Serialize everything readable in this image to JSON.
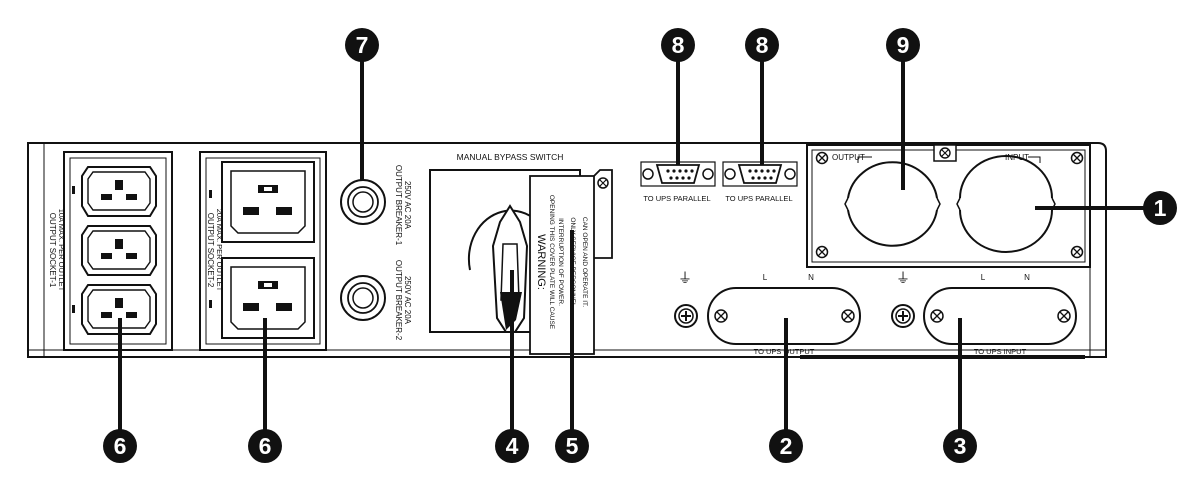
{
  "callouts": [
    {
      "id": "c1",
      "number": "1"
    },
    {
      "id": "c2",
      "number": "2"
    },
    {
      "id": "c3",
      "number": "3"
    },
    {
      "id": "c4",
      "number": "4"
    },
    {
      "id": "c5",
      "number": "5"
    },
    {
      "id": "c6a",
      "number": "6"
    },
    {
      "id": "c6b",
      "number": "6"
    },
    {
      "id": "c7",
      "number": "7"
    },
    {
      "id": "c8a",
      "number": "8"
    },
    {
      "id": "c8b",
      "number": "8"
    },
    {
      "id": "c9",
      "number": "9"
    }
  ],
  "labels": {
    "manual_bypass_switch": "MANUAL BYPASS SWITCH",
    "output_socket_1_line1": "OUTPUT SOCKET-1",
    "output_socket_1_line2": "10A MAX. PER OUTLET",
    "output_socket_2_line1": "OUTPUT SOCKET-2",
    "output_socket_2_line2": "20A MAX. PER OUTLET",
    "output_breaker_1_line1": "OUTPUT BREAKER-1",
    "output_breaker_1_line2": "250V AC 20A",
    "output_breaker_2_line1": "OUTPUT BREAKER-2",
    "output_breaker_2_line2": "250V AC 20A",
    "warning_title": "WARNING:",
    "warning_line1": "OPENING THIS COVER PLATE WILL CAUSE",
    "warning_line2": "INTERRUPTION OF POWER.",
    "warning_line3": "ONLY SERVICE PERSONNEL",
    "warning_line4": "CAN OPEN AND OPERATE IT.",
    "to_ups_parallel_1": "TO UPS PARALLEL",
    "to_ups_parallel_2": "TO UPS PARALLEL",
    "output_conduit": "OUTPUT",
    "input_conduit": "INPUT",
    "to_ups_output": "TO UPS OUTPUT",
    "to_ups_input": "TO UPS INPUT",
    "l_left": "L",
    "n_left": "N",
    "l_right": "L",
    "n_right": "N",
    "ground_left": "⏚",
    "ground_right": "⏚"
  },
  "colors": {
    "ink": "#111111",
    "panel": "#ffffff",
    "callout_fill": "#111111",
    "callout_text": "#ffffff"
  }
}
